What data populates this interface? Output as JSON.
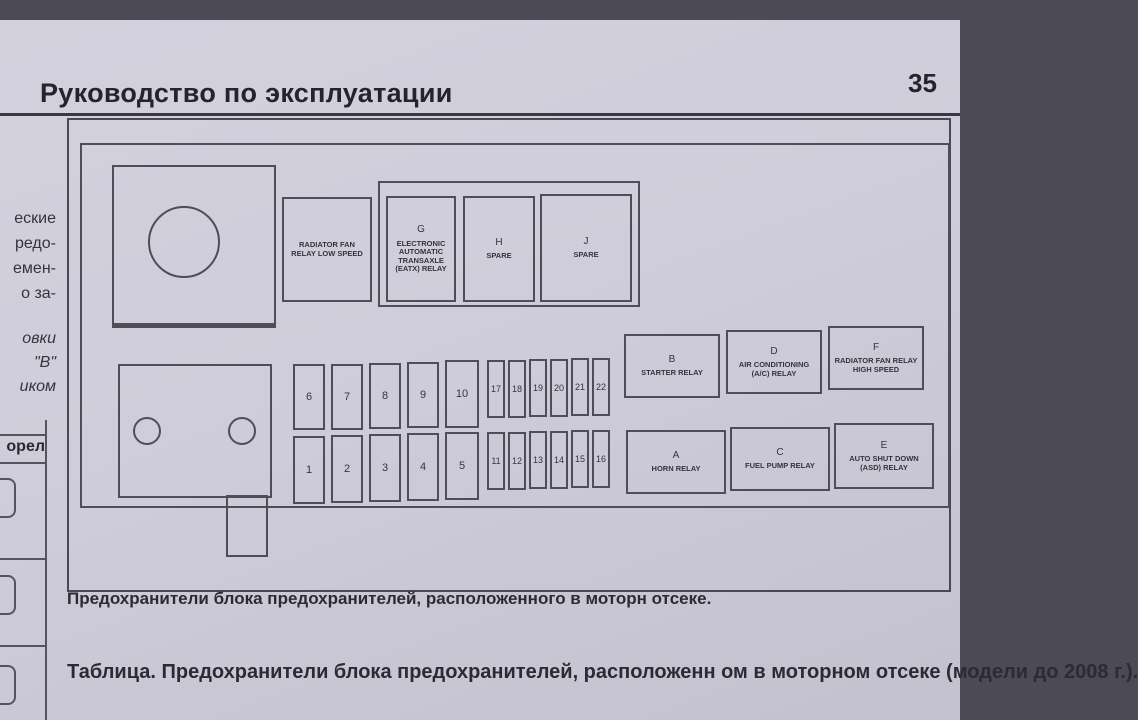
{
  "header": {
    "title": "Руководство по эксплуатации",
    "page_number": "35"
  },
  "left_column": {
    "fragments": [
      "еские",
      "редо-",
      "емен-",
      "о за-",
      "овки",
      "\"B\"",
      "иком"
    ],
    "table_header": "орел"
  },
  "diagram": {
    "relays": [
      {
        "letter": "",
        "label": "RADIATOR FAN RELAY LOW SPEED"
      },
      {
        "letter": "G",
        "label": "ELECTRONIC AUTOMATIC TRANSAXLE (EATX) RELAY"
      },
      {
        "letter": "H",
        "label": "SPARE"
      },
      {
        "letter": "J",
        "label": "SPARE"
      },
      {
        "letter": "B",
        "label": "STARTER RELAY"
      },
      {
        "letter": "D",
        "label": "AIR CONDITIONING (A/C) RELAY"
      },
      {
        "letter": "F",
        "label": "RADIATOR FAN RELAY HIGH SPEED"
      },
      {
        "letter": "A",
        "label": "HORN RELAY"
      },
      {
        "letter": "C",
        "label": "FUEL PUMP RELAY"
      },
      {
        "letter": "E",
        "label": "AUTO SHUT DOWN (ASD) RELAY"
      }
    ],
    "fuses_large_top": [
      "6",
      "7",
      "8",
      "9",
      "10"
    ],
    "fuses_large_bottom": [
      "1",
      "2",
      "3",
      "4",
      "5"
    ],
    "fuses_small_top": [
      "17",
      "18",
      "19",
      "20",
      "21",
      "22"
    ],
    "fuses_small_bottom": [
      "11",
      "12",
      "13",
      "14",
      "15",
      "16"
    ]
  },
  "caption": "Предохранители блока предохранителей, расположенного в моторн отсеке.",
  "table_title": "Таблица. Предохранители блока предохранителей, расположенн ом в моторном отсеке (модели до 2008 г.)."
}
